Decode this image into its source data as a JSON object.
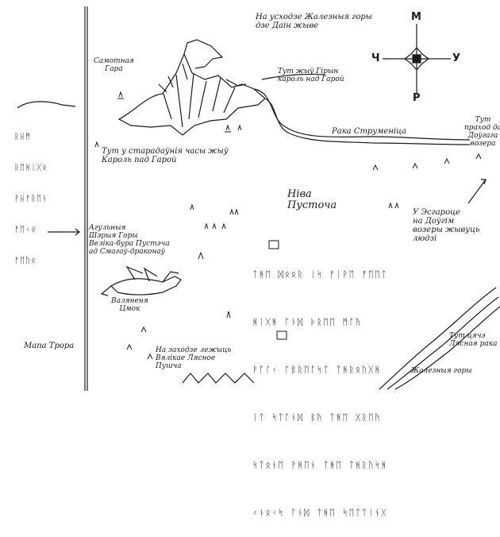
{
  "map": {
    "title_rotated": "Мапа Трора",
    "labels": {
      "top_note": "На усходзе Жалезныя горы\nдзе Даін жыве",
      "lonely_mountain": "Самотная\nГара",
      "road_dale": "Тут жыў Гірын\nкароль над Гарой",
      "river": "Рака Струменіца",
      "west_road": "Тут у старадаўнія часы жыў\nКароль пад Гарой",
      "right_note": "Тут\nпраход да\nДоўгага\nвозера",
      "desolation": "Ніва\nПусточа",
      "dwarves_hall": "У Эсгароце\nна Доўгім\nвозеры жывуць\nлюдзі",
      "left_group": "Агульныя\nШэрыя Горы\nВеліка-бура Пустэча\nад Смагаў-драконаў",
      "dragon_label": "Валяненя\nЦмок",
      "bottom_left": "Мапа Трора",
      "bottom_center": "На заходзе лежыць\nВялікае Лясное\nПушча",
      "bottom_right_1": "Тут цячэ\nЛясная рака",
      "bottom_right_2": "Жалезныя горы"
    },
    "side_runes": [
      "ᚱᚺᛗ",
      "ᚱᛖᚻᛁᚷᛟ",
      "ᚹᚺᚠᚱᛖᚾ",
      "ᚠᛖᚲᛟ",
      "ᚠᛖᚢᛟ"
    ],
    "rune_panel": [
      "ᛏᚻᛖ ᛞᛟᛟᚱ ᛁᛋ ᚠᛁᚹᛖ ᚠᛖᛖᛏ",
      "ᚻᛁᚷᚻ ᚪᚾᛞ ᚦᚱᛖᛖ ᛗᚪᚤ",
      "ᚹᚪᛚᚲ ᚪᛒᚱᛖᚪᛋᛏ ᛏᚻᚱᛟᚢᚷᚻ",
      "ᛁᛏ ᛋᛏᚪᚾᛞ ᛒᚤ ᛏᚻᛖ ᚷᚱᛖᚤ",
      "ᛋᛏᛟᚾᛖ ᚹᚻᛖᚾ ᛏᚻᛖ ᛏᚻᚱᚢᛋᚻ",
      "ᚲᚾᛟᚲᛋ ᚪᚾᛞ ᛏᚻᛖ ᛋᛖᛏᛏᛁᚾᚷ"
    ],
    "compass": {
      "n": "М",
      "e": "У",
      "w": "Ч",
      "s": "Р"
    },
    "colors": {
      "ink": "#1a1a1a",
      "paper": "#ffffff"
    }
  }
}
